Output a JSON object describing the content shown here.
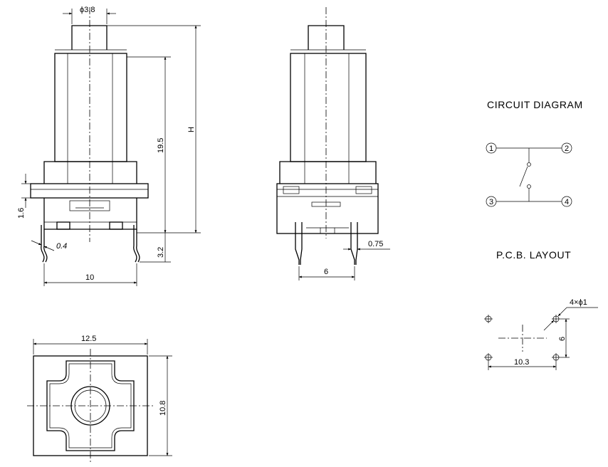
{
  "front_view": {
    "dia_label": "ϕ3.8",
    "height_label": "H",
    "body_label": "19.5",
    "flange_label": "1.6",
    "lead_thk_label": "0.4",
    "lead_len_label": "3.2",
    "pitch_label": "10"
  },
  "side_view": {
    "lead_w_label": "0.75",
    "pitch_label": "6"
  },
  "top_view": {
    "width_label": "12.5",
    "depth_label": "10.8"
  },
  "circuit": {
    "title": "CIRCUIT DIAGRAM",
    "pins": [
      "1",
      "2",
      "3",
      "4"
    ]
  },
  "pcb": {
    "title": "P.C.B. LAYOUT",
    "hole_label": "4×ϕ1",
    "x_label": "10.3",
    "y_label": "6"
  }
}
